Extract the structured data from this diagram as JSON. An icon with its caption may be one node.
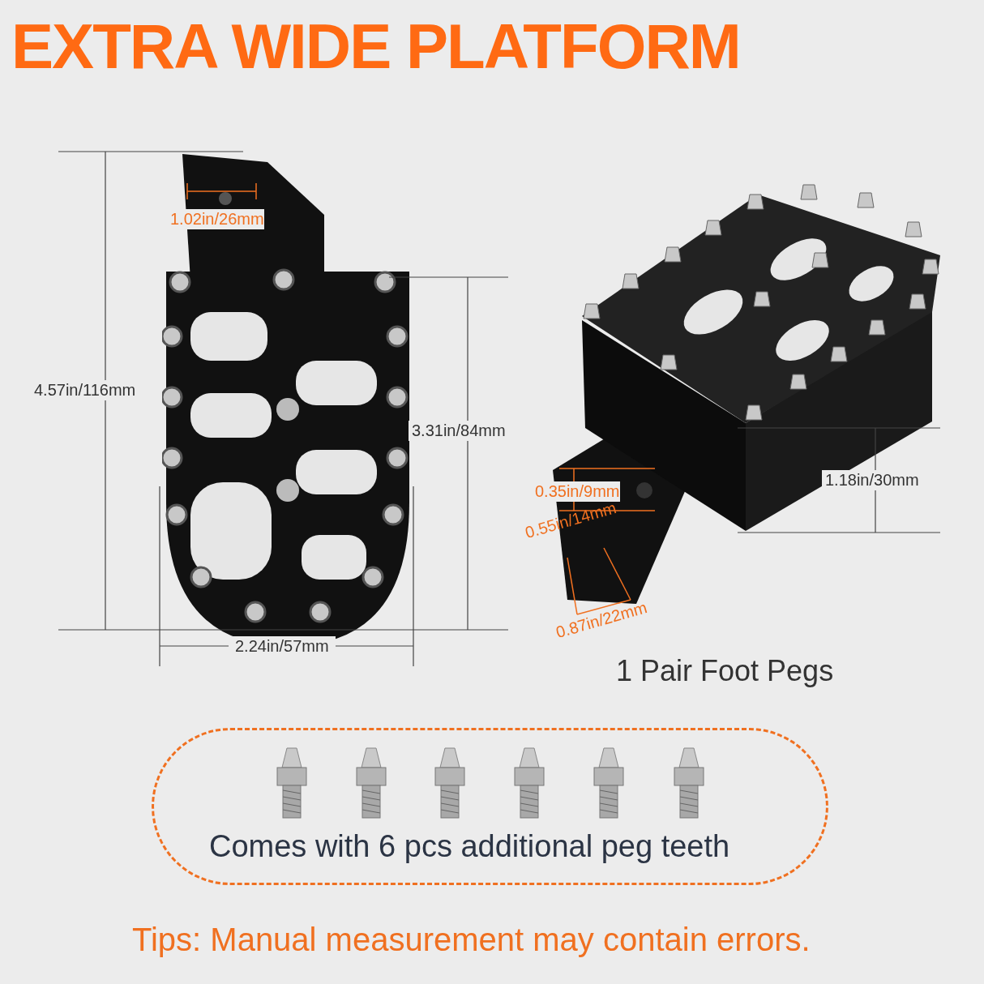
{
  "diagram": {
    "title": "EXTRA WIDE PLATFORM",
    "nodes": [
      {
        "text": [
          "Comes with 6 pcs additional peg teeth"
        ]
      }
    ],
    "labels": [
      "1.02in/26mm",
      "4.57in/116mm",
      "3.31in/84mm",
      "2.24in/57mm",
      "0.35in/9mm",
      "1.18in/30mm",
      "0.55in/14mm",
      "0.87in/22mm",
      "1 Pair Foot Pegs",
      "Tips: Manual measurement may contain errors."
    ]
  }
}
